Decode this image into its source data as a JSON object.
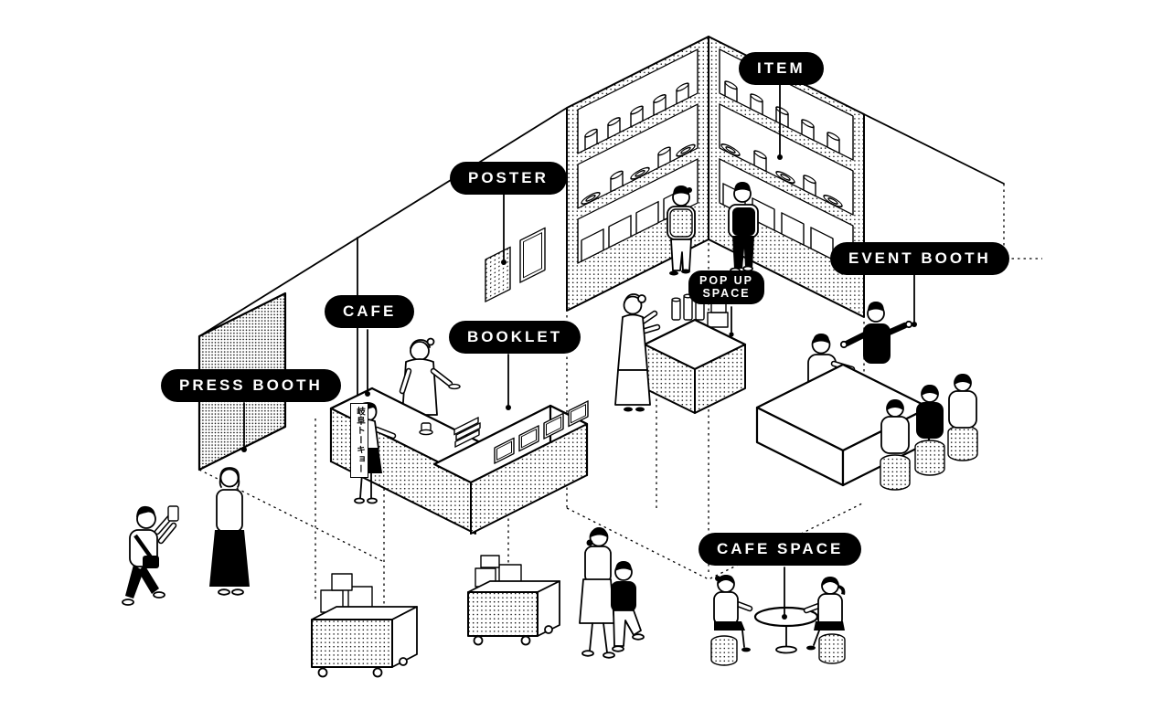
{
  "meta": {
    "description": "Isometric black-and-white illustration of an event / pop-up shop floor plan",
    "colors": {
      "background": "#ffffff",
      "ink": "#000000",
      "label_bg": "#000000",
      "label_text": "#ffffff"
    }
  },
  "labels": {
    "item": "ITEM",
    "poster": "POSTER",
    "event_booth": "EVENT BOOTH",
    "cafe": "CAFE",
    "booklet": "BOOKLET",
    "pop_up_line1": "POP UP",
    "pop_up_line2": "SPACE",
    "press_booth": "PRESS BOOTH",
    "cafe_space": "CAFE SPACE"
  },
  "sign": {
    "text": "岐阜トーキョー"
  }
}
